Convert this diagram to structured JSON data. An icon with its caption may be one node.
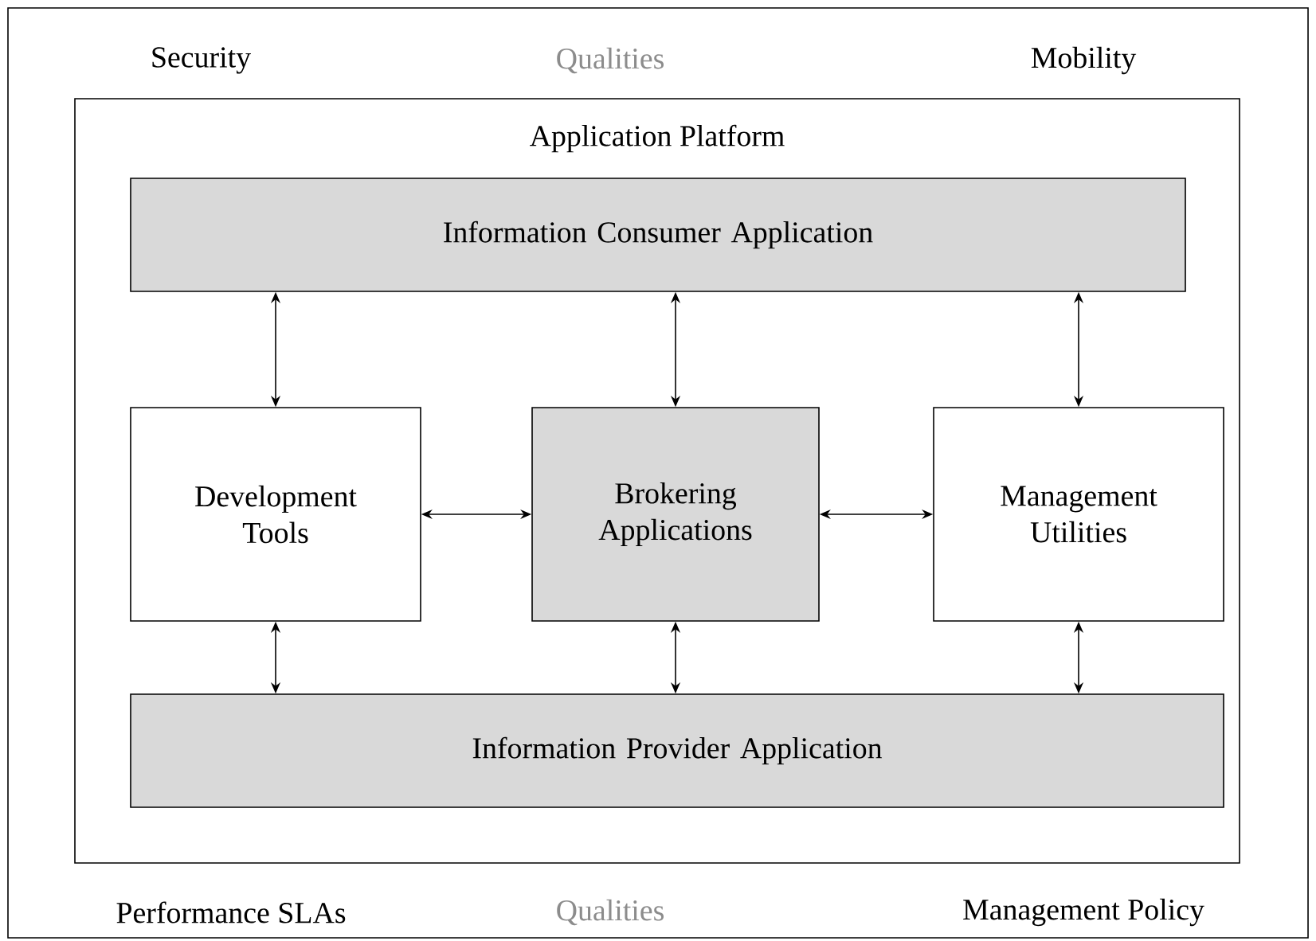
{
  "diagram": {
    "nodes": [
      {
        "text": [
          "Application Platform"
        ]
      },
      {
        "text": [
          "Information Consumer Application"
        ],
        "in": 0
      },
      {
        "text": [
          "Development Tools"
        ],
        "in": 0
      },
      {
        "text": [
          "Brokering Applications"
        ],
        "in": 0
      },
      {
        "text": [
          "Management Utilities"
        ],
        "in": 0
      },
      {
        "text": [
          "Information Provider Application"
        ],
        "in": 0
      }
    ],
    "edges": [
      {
        "from": 1,
        "to": 2,
        "arrow": "both"
      },
      {
        "from": 1,
        "to": 3,
        "arrow": "both"
      },
      {
        "from": 1,
        "to": 4,
        "arrow": "both"
      },
      {
        "from": 2,
        "to": 3,
        "arrow": "both"
      },
      {
        "from": 3,
        "to": 4,
        "arrow": "both"
      },
      {
        "from": 2,
        "to": 5,
        "arrow": "both"
      },
      {
        "from": 3,
        "to": 5,
        "arrow": "both"
      },
      {
        "from": 4,
        "to": 5,
        "arrow": "both"
      }
    ],
    "labels": [
      "Security",
      "Qualities",
      "Mobility",
      "Performance SLAs",
      "Qualities",
      "Management Policy"
    ]
  }
}
